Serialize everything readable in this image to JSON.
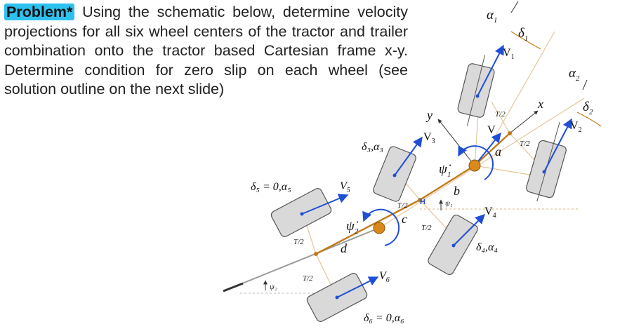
{
  "problem": {
    "badge": "Problem*",
    "text": " Using the schematic below, determine velocity projections for all six wheel centers of the tractor and trailer combination onto the tractor based Cartesian frame x-y. Determine condition for zero slip on each wheel (see solution outline on the next slide)"
  },
  "diagram": {
    "labels": {
      "alpha1": "α",
      "alpha1_sub": "1",
      "delta1": "δ",
      "delta1_sub": "1",
      "v1": "V",
      "v1_sub": "1",
      "alpha2": "α",
      "alpha2_sub": "2",
      "delta2": "δ",
      "delta2_sub": "2",
      "v2": "V",
      "v2_sub": "2",
      "x_axis": "x",
      "y_axis": "y",
      "v_center": "V",
      "t2_top_left": "T/2",
      "t2_top_right": "T/2",
      "a": "a",
      "b": "b",
      "c": "c",
      "d": "d",
      "v3": "V",
      "v3_sub": "3",
      "delta3_alpha3": "δ₃,α₃",
      "psidot1": "ψ̇",
      "psidot1_sub": "1",
      "delta5": "δ₅ = 0,α₅",
      "v5": "V",
      "v5_sub": "5",
      "h": "H",
      "t2_mid": "T/2",
      "psi1_small": "ψ₁",
      "v4": "V",
      "v4_sub": "4",
      "t2_mid_right": "T/2",
      "psidot2": "ψ̇",
      "psidot2_sub": "2",
      "delta4_alpha4": "δ₄,α₄",
      "t2_lower_left": "T/2",
      "t2_bottom": "T/2",
      "v6": "V",
      "v6_sub": "6",
      "psi2_small": "ψ₂",
      "delta6": "δ₆ = 0,α₆"
    },
    "colors": {
      "wheel_fill": "#d9d9d9",
      "wheel_stroke": "#555555",
      "velocity": "#1f4fd6",
      "frame": "#c07a1a",
      "joint": "#d98a1a",
      "guide": "#e3c69a",
      "trailer": "#9a9a9a",
      "hitch": "#2a4fd6"
    }
  }
}
